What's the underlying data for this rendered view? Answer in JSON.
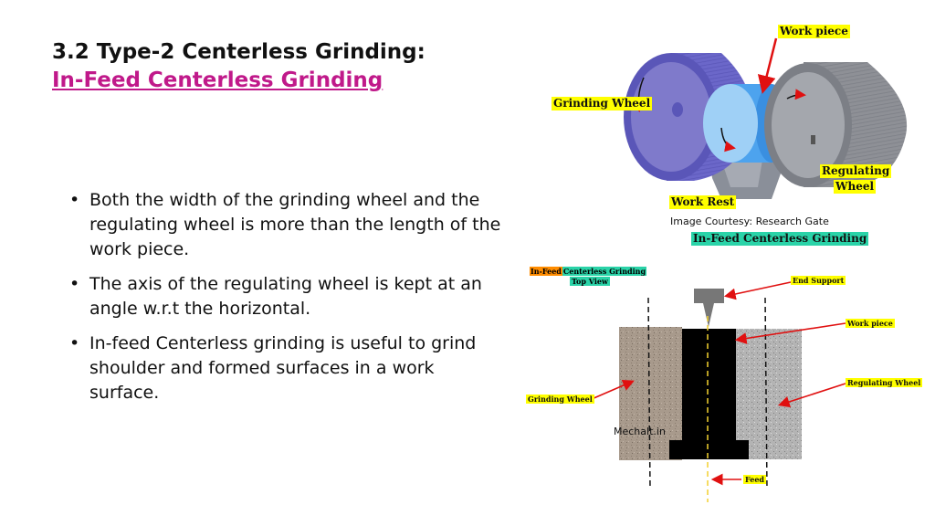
{
  "heading": {
    "title": "3.2 Type-2 Centerless Grinding:",
    "subtitle": "In-Feed Centerless Grinding"
  },
  "bullets": [
    "Both the width of the grinding wheel and the regulating wheel is more than the length of the work piece.",
    "The axis of the regulating wheel is kept at an angle w.r.t the horizontal.",
    "In-feed Centerless grinding is useful to grind shoulder and formed surfaces in a work surface."
  ],
  "figure_3d": {
    "labels": {
      "work_piece": "Work piece",
      "grinding_wheel": "Grinding Wheel",
      "regulating_wheel_line1": "Regulating",
      "regulating_wheel_line2": "Wheel",
      "work_rest": "Work Rest"
    },
    "courtesy": "Image Courtesy: Research Gate",
    "caption": "In-Feed Centerless Grinding"
  },
  "figure_top": {
    "title_part1": "In-Feed",
    "title_part2": "Centerless Grinding",
    "title_line2": "Top View",
    "labels": {
      "end_support": "End Support",
      "work_piece": "Work piece",
      "regulating_wheel": "Regulating Wheel",
      "grinding_wheel": "Grinding Wheel",
      "feed": "Feed"
    },
    "watermark": "Mechalt.in"
  },
  "colors": {
    "subtitle": "#c0198a",
    "label_highlight": "#ffff00",
    "caption_highlight": "#2ad3a8",
    "arrow": "#e01010"
  }
}
